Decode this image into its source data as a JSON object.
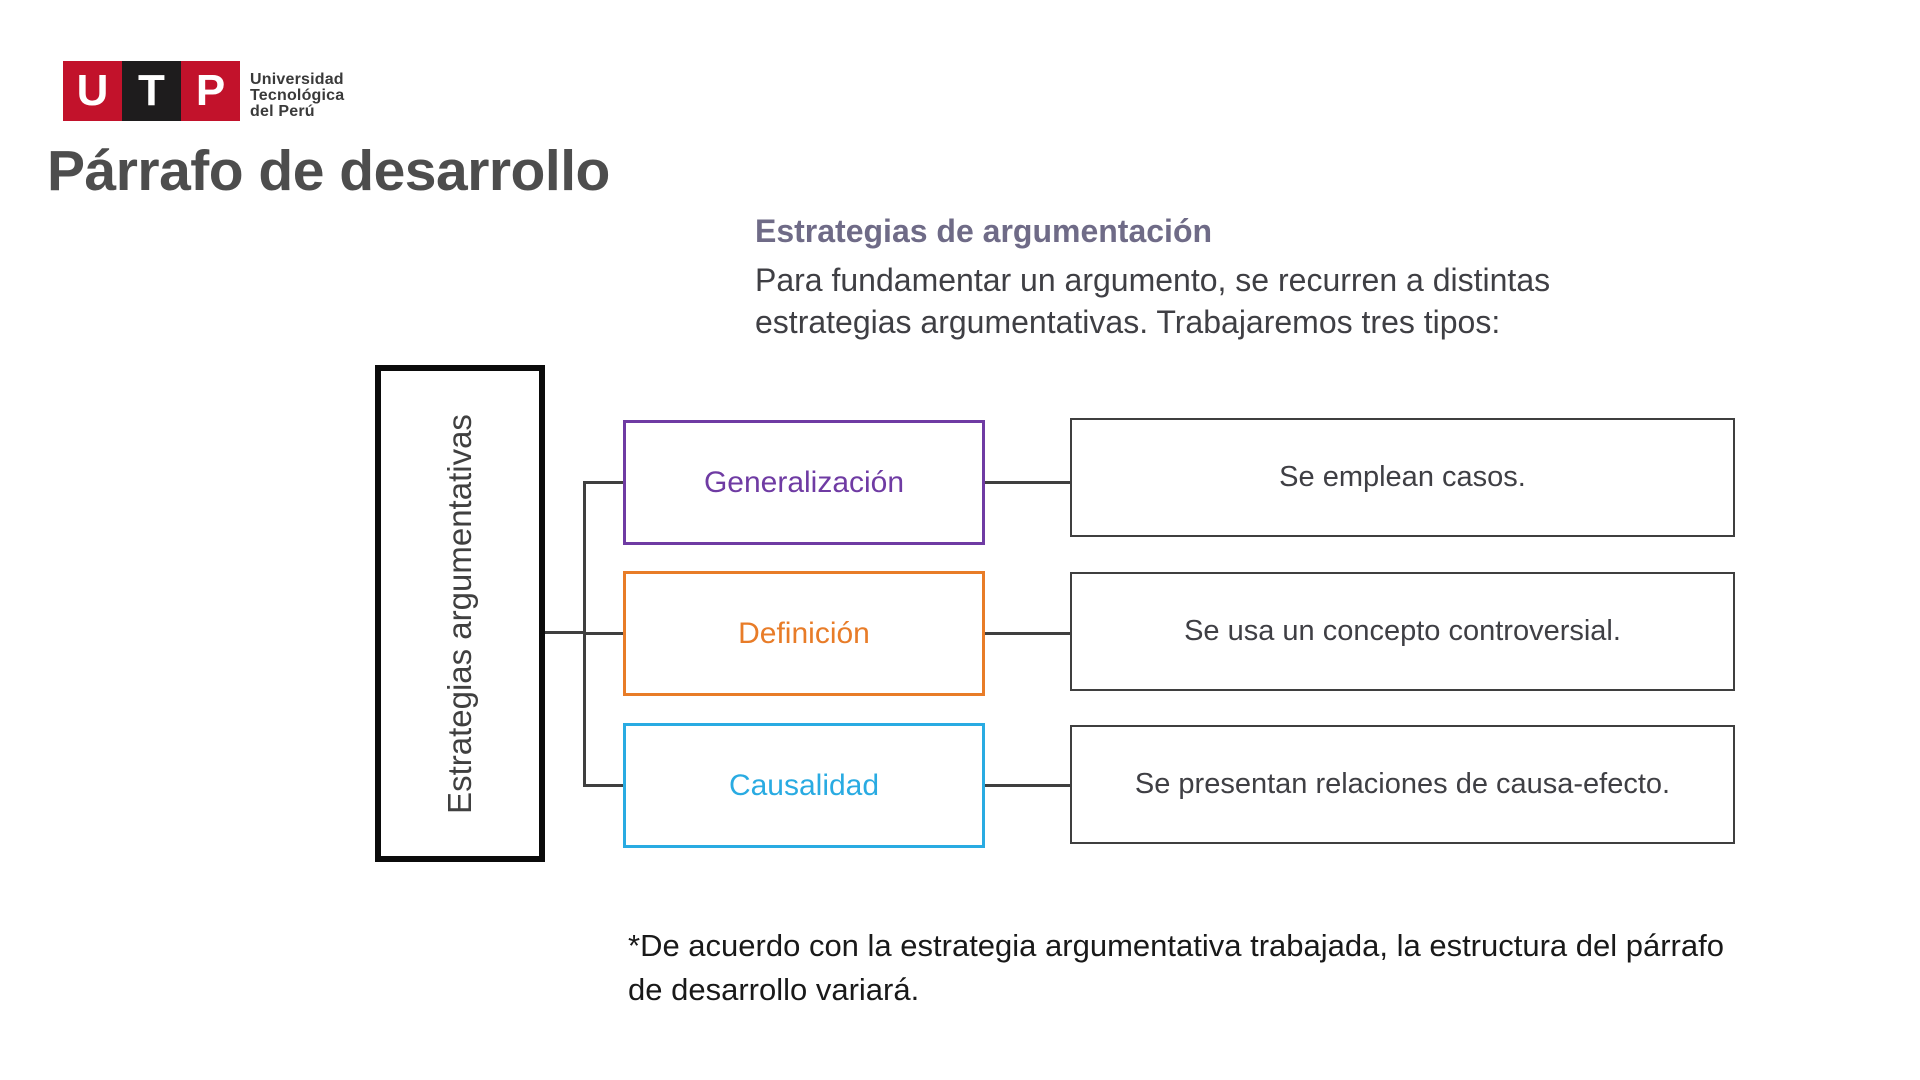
{
  "logo": {
    "squares": [
      {
        "letter": "U",
        "bg": "#C2122B"
      },
      {
        "letter": "T",
        "bg": "#1E1C1D"
      },
      {
        "letter": "P",
        "bg": "#C2122B"
      }
    ],
    "org_name": "Universidad\nTecnológica\ndel Perú"
  },
  "slide": {
    "title": "Párrafo de desarrollo",
    "intro_heading": "Estrategias de argumentación",
    "intro_body": "Para fundamentar un argumento, se recurren a distintas\nestrategias argumentativas. Trabajaremos tres tipos:",
    "footnote": "*De acuerdo con la estrategia argumentativa trabajada, la estructura del párrafo\nde desarrollo variará."
  },
  "diagram": {
    "root_label": "Estrategias argumentativas",
    "rows": [
      {
        "label": "Generalización",
        "description": "Se emplean casos.",
        "accent": "#6F3BA3"
      },
      {
        "label": "Definición",
        "description": "Se usa un concepto controversial.",
        "accent": "#E87C28"
      },
      {
        "label": "Causalidad",
        "description": "Se presentan relaciones de causa-efecto.",
        "accent": "#29ABE2"
      }
    ]
  },
  "colors": {
    "title_text": "#4D4D4D",
    "intro_heading_text": "#6F6B87",
    "body_text": "#3F3F44",
    "footnote_text": "#191919",
    "root_box_border": "#0B0B0B",
    "description_box_border": "#3F3F3F",
    "connector_line": "#3F3F3F",
    "logo_red": "#C2122B",
    "logo_black": "#1E1C1D"
  }
}
